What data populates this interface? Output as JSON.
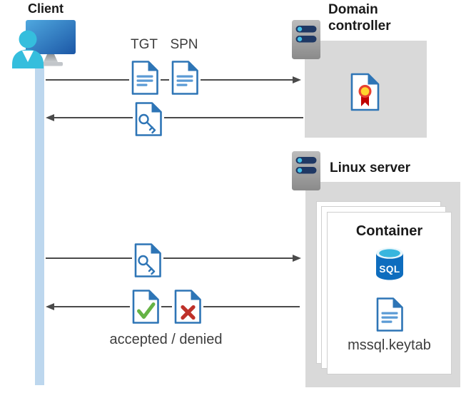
{
  "colors": {
    "doc_blue": "#2E75B6",
    "line_blue": "#5B9BD5",
    "accept_green": "#65B345",
    "deny_red": "#BE312A",
    "box_gray": "#D9D9D9",
    "card_border": "#CFCFCF",
    "lifeline_blue": "#BDD7EE",
    "arrow_gray": "#4A4A4A",
    "sql_blue": "#0E6DBE",
    "sql_top": "#38B6DE",
    "seal_yellow": "#FFD52E",
    "seal_red": "#E8402F",
    "ribbon_red": "#C00000",
    "bar_navy": "#1F3864",
    "dot_cyan": "#41C0E8",
    "title_black": "#1A1A1A",
    "text_gray": "#3D3D3D"
  },
  "client": {
    "title": "Client",
    "icon": "user-at-monitor-icon"
  },
  "domain_controller": {
    "title": "Domain controller",
    "icon": "server-icon",
    "content_icon": "certificate-document-icon"
  },
  "linux_server": {
    "title": "Linux server",
    "icon": "server-icon"
  },
  "container": {
    "title": "Container",
    "database_icon": "sql-database-icon",
    "database_label": "SQL",
    "keytab_icon": "text-document-icon",
    "keytab_label": "mssql.keytab"
  },
  "messages": {
    "tgt_label": "TGT",
    "spn_label": "SPN",
    "tgt_icon": "text-document-icon",
    "spn_icon": "text-document-icon",
    "key_icon": "key-document-icon",
    "accepted_icon": "check-document-icon",
    "denied_icon": "x-document-icon",
    "result_label": "accepted / denied"
  }
}
